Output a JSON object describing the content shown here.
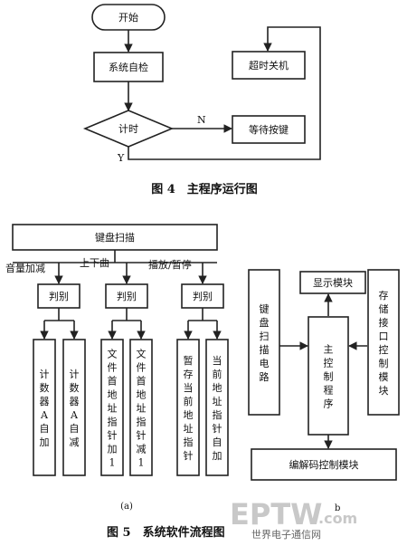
{
  "fig4": {
    "start": "开始",
    "self_check": "系统自检",
    "timer": "计时",
    "n_label": "N",
    "y_label": "Y",
    "wait_key": "等待按键",
    "timeout_off": "超时关机",
    "caption": "图 4　主程序运行图"
  },
  "fig5a": {
    "scan": "键盘扫描",
    "branch_labels": [
      "音量加减",
      "上下曲",
      "播放/暂停"
    ],
    "judge": "判别",
    "outputs": [
      "计数器A自加",
      "计数器A自减",
      "文件首地址指针加1",
      "文件首地址指针减1",
      "暂存当前地址指针",
      "当前地址指针自加"
    ],
    "sub_label": "(a)"
  },
  "fig5b": {
    "key_scan_circuit": "键盘扫描电路",
    "display_module": "显示模块",
    "storage_interface": "存储接口控制模块",
    "main_program": "主控制程序",
    "codec_module": "编解码控制模块",
    "sub_label": "b"
  },
  "caption5": "图 5　系统软件流程图",
  "watermark": {
    "big": "EPTW",
    "dotcom": ".com",
    "cn": "世界电子通信网"
  }
}
